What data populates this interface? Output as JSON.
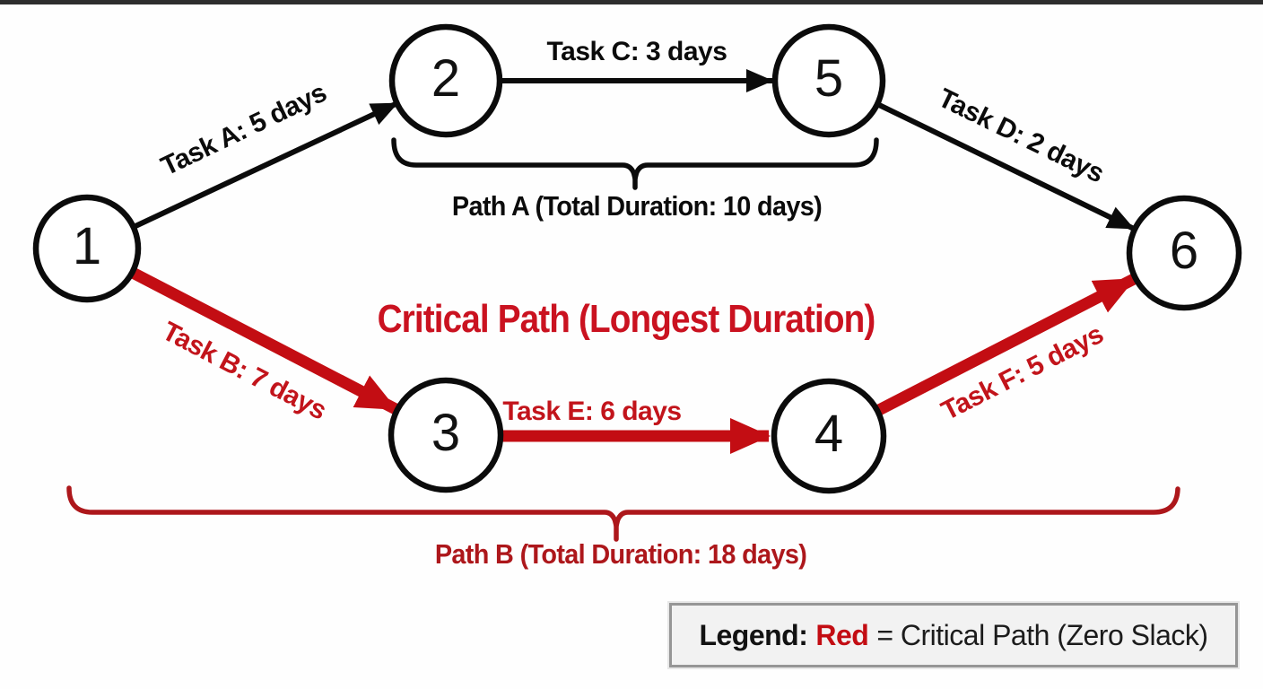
{
  "diagram": {
    "type": "activity-on-arrow network (critical path method)",
    "heading": "Critical Path (Longest Duration)",
    "nodes": [
      {
        "label": "1"
      },
      {
        "label": "2"
      },
      {
        "label": "3"
      },
      {
        "label": "4"
      },
      {
        "label": "5"
      },
      {
        "label": "6"
      }
    ],
    "edges": [
      {
        "from": "1",
        "to": "2",
        "label": "Task A: 5 days",
        "critical": false
      },
      {
        "from": "2",
        "to": "5",
        "label": "Task C: 3 days",
        "critical": false
      },
      {
        "from": "5",
        "to": "6",
        "label": "Task D: 2 days",
        "critical": false
      },
      {
        "from": "1",
        "to": "3",
        "label": "Task B: 7 days",
        "critical": true
      },
      {
        "from": "3",
        "to": "4",
        "label": "Task E: 6 days",
        "critical": true
      },
      {
        "from": "4",
        "to": "6",
        "label": "Task F: 5 days",
        "critical": true
      }
    ],
    "paths": [
      {
        "name": "Path A",
        "label": "Path A (Total Duration: 10 days)",
        "critical": false
      },
      {
        "name": "Path B",
        "label": "Path B (Total Duration: 18 days)",
        "critical": true
      }
    ],
    "legend": {
      "title": "Legend:",
      "key": "Red",
      "rest": "= Critical Path (Zero Slack)"
    }
  },
  "colors": {
    "ink": "#0B0B0B",
    "red": "#C30D13",
    "redText": "#C2141B",
    "redDark": "#AD171B",
    "redHeading": "#CA1220",
    "legendBg": "#F2F2F2",
    "legendBorder": "#969696"
  }
}
